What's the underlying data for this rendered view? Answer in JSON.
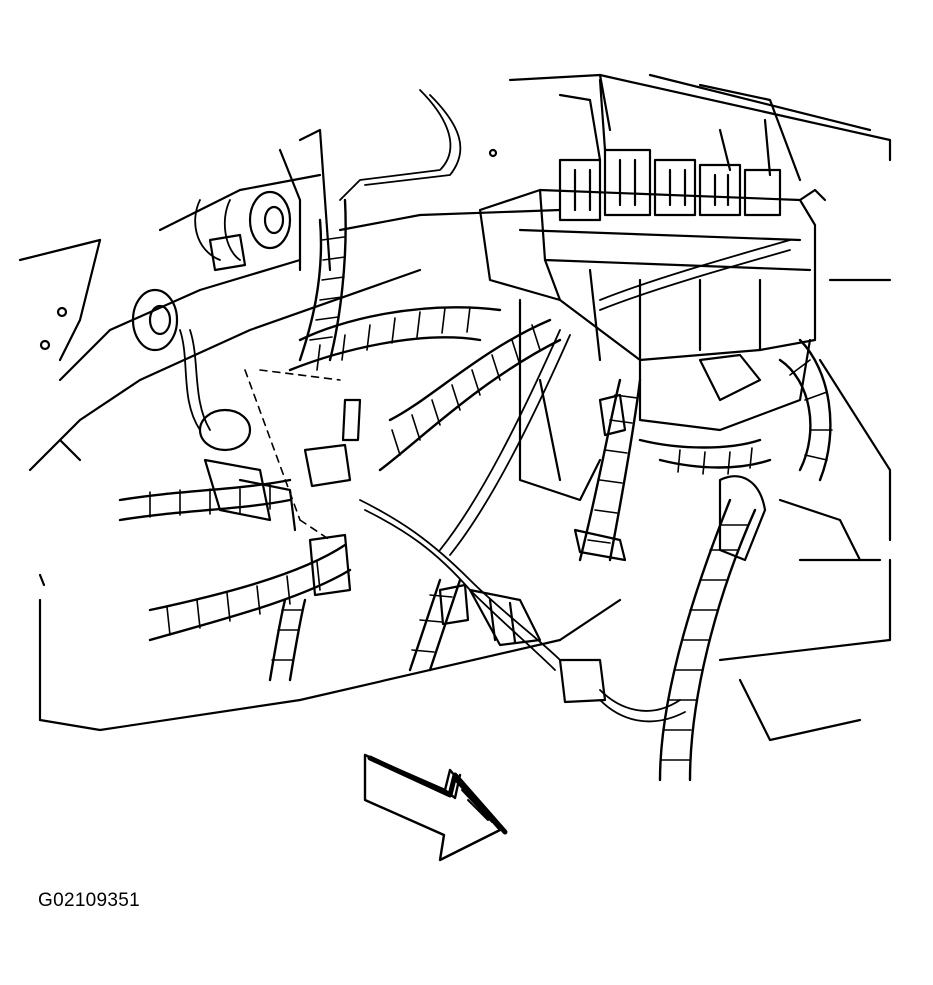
{
  "figure": {
    "id_label": "G02109351",
    "style": "black line-art technical illustration",
    "subject_icon": "wiring-harness-fuse-block-drawing",
    "direction_icon": "forward-arrow-icon",
    "colors": {
      "ink": "#000000",
      "paper": "#ffffff"
    }
  }
}
